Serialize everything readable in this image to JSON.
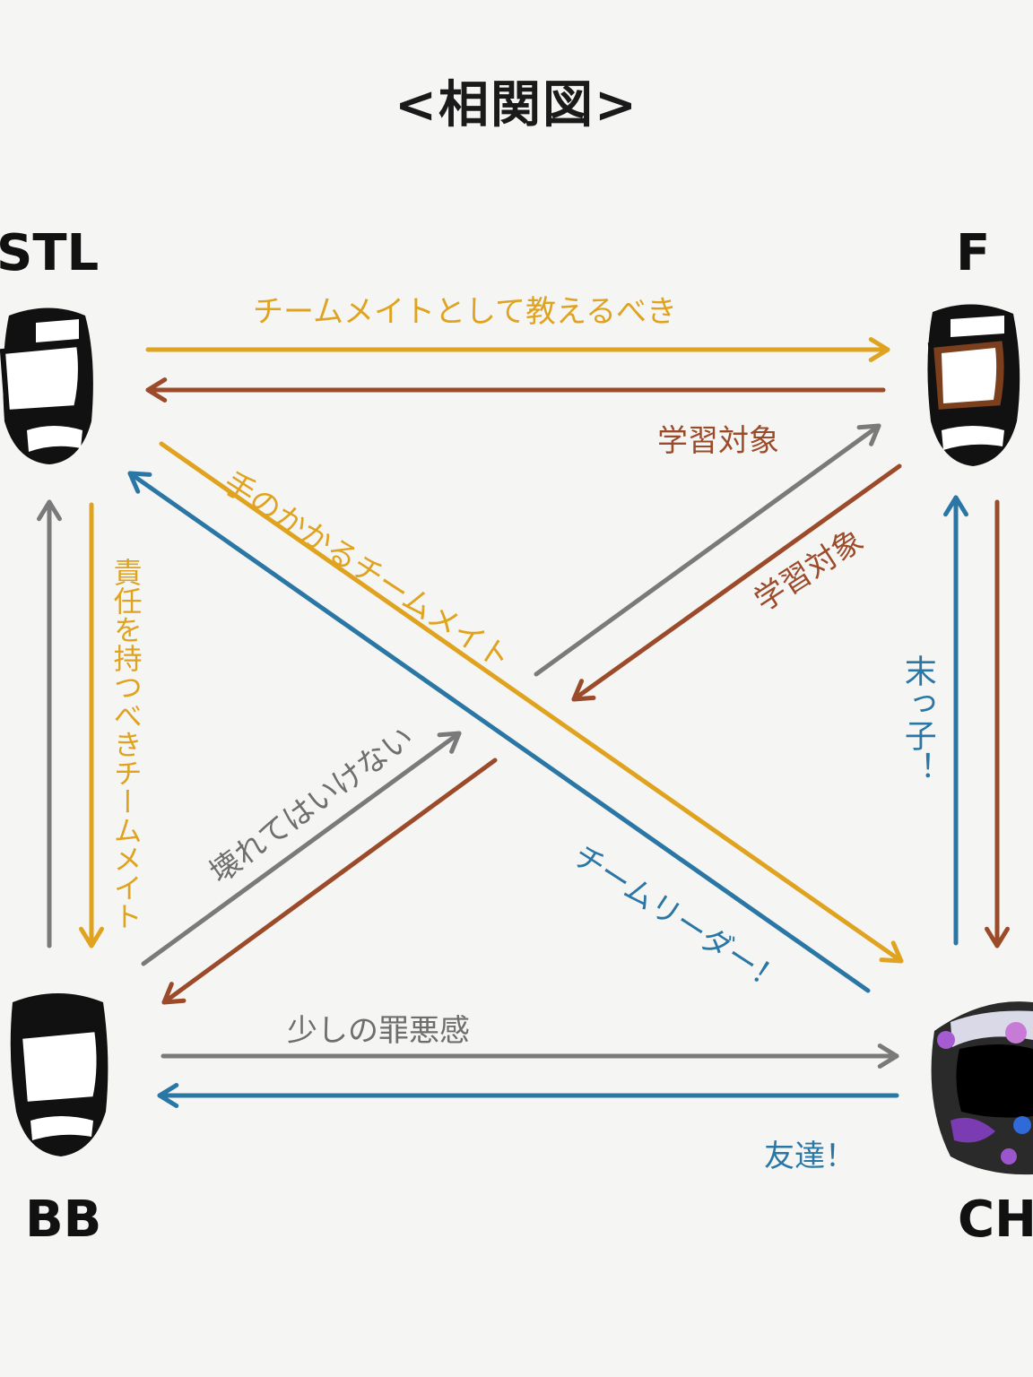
{
  "title": "<相関図>",
  "colors": {
    "yellow": "#e0a31f",
    "brown": "#9b4a2a",
    "gray": "#7a7a7a",
    "blue": "#2a76a5",
    "ink": "#111111"
  },
  "nodes": {
    "stl": {
      "label": "STL",
      "icon": "helmet-icon"
    },
    "f": {
      "label": "F",
      "icon": "helmet-icon"
    },
    "bb": {
      "label": "BB",
      "icon": "helmet-icon"
    },
    "ch": {
      "label": "CH",
      "icon": "decorated-helmet-icon"
    }
  },
  "relations": {
    "stl_to_f": "チームメイトとして教えるべき",
    "f_to_stl": "学習対象",
    "f_to_bb": "学習対象",
    "stl_to_ch": "手のかかるチームメイト",
    "stl_to_bb": "責任を持つべきチームメイト",
    "bb_to_f": "壊れてはいけない",
    "ch_to_stl": "チームリーダー！",
    "ch_to_f": "末っ子！",
    "bb_to_ch": "少しの罪悪感",
    "ch_to_bb": "友達！"
  }
}
